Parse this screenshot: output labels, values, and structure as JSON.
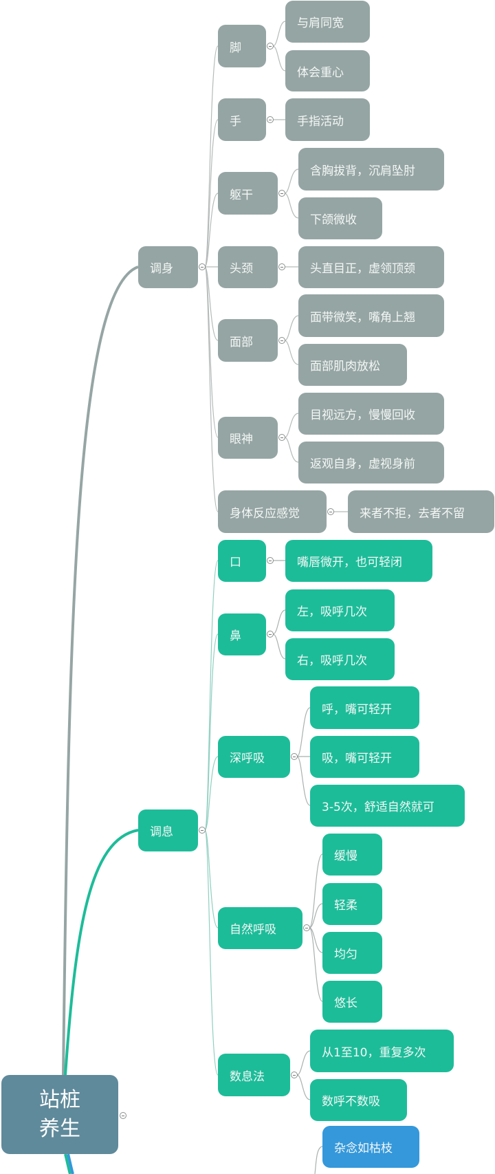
{
  "colors": {
    "root": "#5f8a9b",
    "branch_body": "#95a5a3",
    "branch_breath": "#1dbc99",
    "branch_mind": "#3498db"
  },
  "root": {
    "line1": "站桩",
    "line2": "养生"
  },
  "branches": {
    "body": {
      "label": "调身",
      "items": [
        {
          "label": "脚",
          "children": [
            "与肩同宽",
            "体会重心"
          ]
        },
        {
          "label": "手",
          "children": [
            "手指活动"
          ]
        },
        {
          "label": "躯干",
          "children": [
            "含胸拔背，沉肩坠肘",
            "下颌微收"
          ]
        },
        {
          "label": "头颈",
          "children": [
            "头直目正，虚领顶颈"
          ]
        },
        {
          "label": "面部",
          "children": [
            "面带微笑，嘴角上翘",
            "面部肌肉放松"
          ]
        },
        {
          "label": "眼神",
          "children": [
            "目视远方，慢慢回收",
            "返观自身，虚视身前"
          ]
        },
        {
          "label": "身体反应感觉",
          "children": [
            "来者不拒，去者不留"
          ]
        }
      ]
    },
    "breath": {
      "label": "调息",
      "items": [
        {
          "label": "口",
          "children": [
            "嘴唇微开，也可轻闭"
          ]
        },
        {
          "label": "鼻",
          "children": [
            "左，吸呼几次",
            "右，吸呼几次"
          ]
        },
        {
          "label": "深呼吸",
          "children": [
            "呼，嘴可轻开",
            "吸，嘴可轻开",
            "3-5次，舒适自然就可"
          ]
        },
        {
          "label": "自然呼吸",
          "children": [
            "缓慢",
            "轻柔",
            "均匀",
            "悠长"
          ]
        },
        {
          "label": "数息法",
          "children": [
            "从1至10，重复多次",
            "数呼不数吸"
          ]
        }
      ]
    },
    "mind": {
      "items_visible": [
        {
          "label": "杂念如枯枝"
        }
      ]
    }
  }
}
